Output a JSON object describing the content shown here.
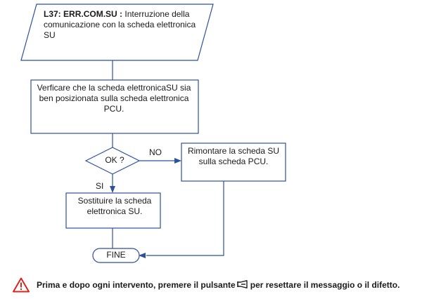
{
  "start": {
    "code": "L37:",
    "error": "ERR.COM.SU :",
    "description": "Interruzione della comunicazione con la scheda elettronica SU"
  },
  "verify": {
    "text": "Verficare che la scheda elettronicaSU sia ben posizionata sulla scheda elettronica PCU."
  },
  "decision": {
    "text": "OK ?"
  },
  "branches": {
    "no": "NO",
    "yes": "SI"
  },
  "remount": {
    "text": "Rimontare la scheda SU sulla scheda PCU."
  },
  "replace": {
    "text": "Sostituire la scheda elettronica SU."
  },
  "end": {
    "text": "FINE"
  },
  "footer": {
    "before": "Prima e dopo ogni intervento, premere il pulsante",
    "after": "per resettare il messaggio o il difetto.",
    "icons": [
      "warning-triangle",
      "reset-horn-button"
    ]
  },
  "colors": {
    "lines": "#2f4f9f",
    "warning_red": "#d7261e"
  }
}
